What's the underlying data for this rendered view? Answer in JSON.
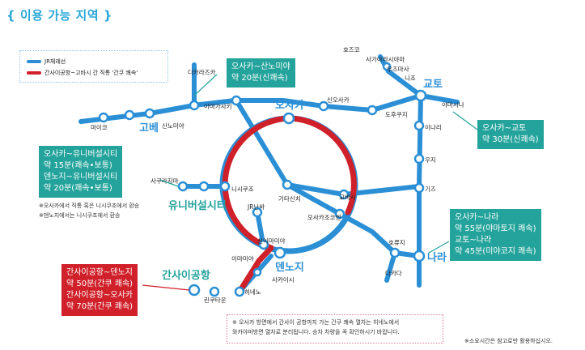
{
  "title": "{ 이용 가능 지역 }",
  "legend": {
    "jr_line": "JR재래선",
    "direct_line": "간사이공항~고바시 간 직통 '간쿠 쾌속'"
  },
  "colors": {
    "jr_blue": "#2b8fd6",
    "airport_red": "#d0202a",
    "box_teal": "#23a39b",
    "station_fill": "#ffffff"
  },
  "hubs": {
    "osaka": "오사카",
    "kobe": "고베",
    "kyoto": "교토",
    "usj": "유니버설시티",
    "tennoji": "덴노지",
    "nara": "나라",
    "kansai_airport": "간사이공항"
  },
  "stations": {
    "maiko": "마이코",
    "sannomiya": "산노미야",
    "takarazuka": "다카라즈카",
    "amagasaki": "아마가사키",
    "shin_osaka": "신오사카",
    "hozuko": "호즈코",
    "sagaarashiyama": "사가아라시야마",
    "uzumasa": "우즈마사",
    "nijo": "니조",
    "yamashina": "야마시나",
    "tofukuji": "도후쿠지",
    "inari": "이나리",
    "uji": "우지",
    "kizu": "기즈",
    "sakurajima": "사쿠라지마",
    "nishikujo": "니시쿠조",
    "jr_namba": "JR난바",
    "kitashinchi": "기타신치",
    "kyobashi": "교바시",
    "osakajokoen": "오사카조코엔",
    "shinimamiya": "신이마미야",
    "imamiya": "이마미야",
    "horyuji": "호류지",
    "takada": "다카다",
    "sakai": "사카이시",
    "hineno": "히네노",
    "rinku": "린쿠타운"
  },
  "info_boxes": {
    "sannomiya": [
      "오사카~산노미야",
      "약 20분(신쾌속)"
    ],
    "kyoto": [
      "오사카~교토",
      "약 30분(신쾌속)"
    ],
    "usj": [
      "오사카~유니버설시티",
      "약 15분(쾌속•보통)",
      "덴노지~유니버설시티",
      "약 20분(쾌속•보통)"
    ],
    "nara": [
      "오사카~나라",
      "약 55분(야마토지 쾌속)",
      "교토~나라",
      "약 45분(미야코지 쾌속)"
    ],
    "airport": [
      "간사이공항~덴노지",
      "약 50분(간쿠 쾌속)",
      "간사이공항~오사카",
      "약 70분(간쿠 쾌속)"
    ]
  },
  "notes": {
    "usj_1": "※오사카에서 직통 혹은 니시쿠조에서 환승",
    "usj_2": "※덴노지에서는 니시쿠조에서 환승",
    "warning_1": "※ 오사카 방면에서 간사이 공항까지 가는 간쿠 쾌속 열차는 히네노에서",
    "warning_2": "와카야마방면 열차로 분리됩니다. 승차 차량을 꼭 확인하시기 바랍니다.",
    "footer": "※소요시간은 참고로만 활용하십시오."
  }
}
